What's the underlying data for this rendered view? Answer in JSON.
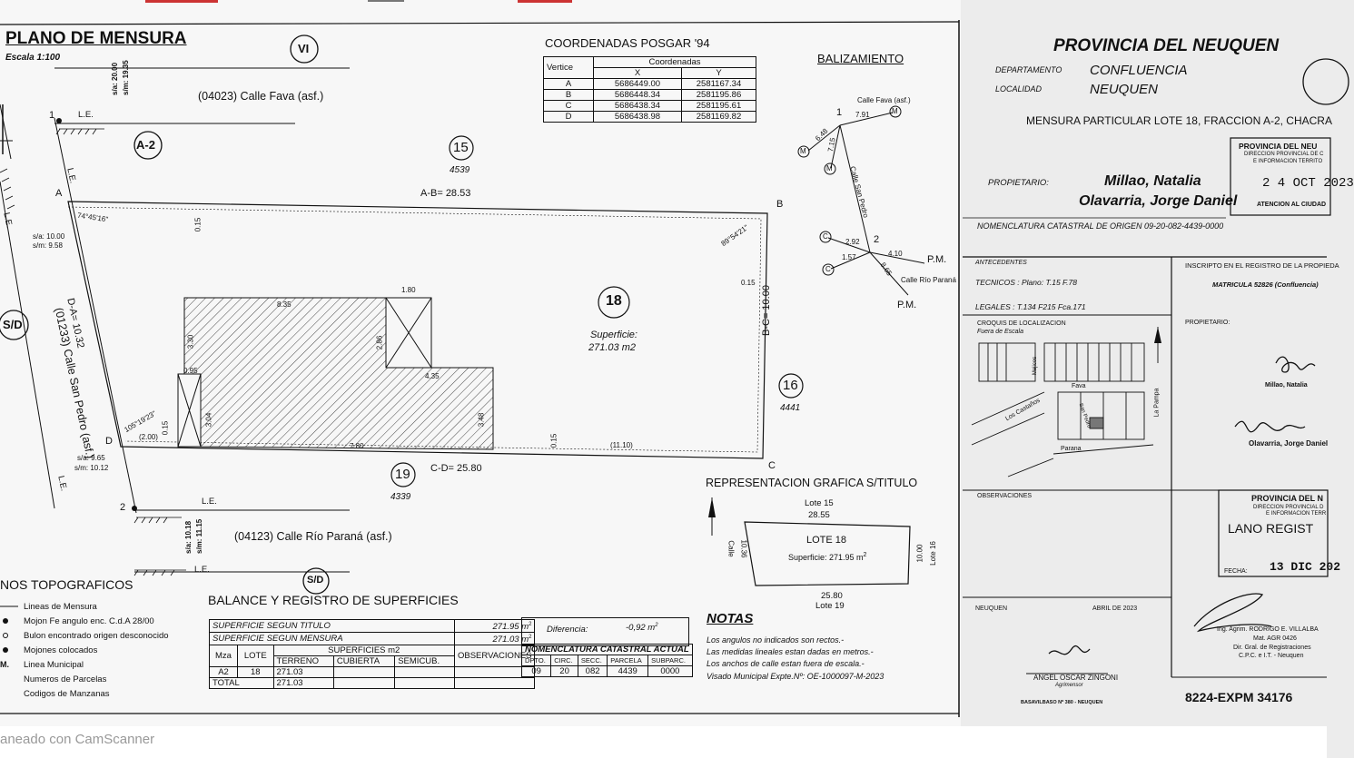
{
  "plan": {
    "title": "PLANO DE MENSURA",
    "scale": "Escala 1:100",
    "block_vi": "VI",
    "block_a2": "A-2",
    "block_sd": "S/D",
    "street_fava": "(04023) Calle Fava (asf.)",
    "street_san_pedro": "(01233) Calle San Pedro (asf.)",
    "street_rio_parana": "(04123) Calle Río Paraná (asf.)",
    "da_label": "D-A= 10.32",
    "ab_label": "A-B= 28.53",
    "bc_label": "B-C= 10.00",
    "cd_label": "C-D= 25.80",
    "angle_a": "74°45'16\"",
    "angle_b": "89°54'21\"",
    "angle_d": "105°19'23\"",
    "lot_number": "18",
    "surface_label": "Superficie:",
    "surface_value": "271.03 m2",
    "n15": "15",
    "n15_sub": "4539",
    "n16": "16",
    "n16_sub": "4441",
    "n19": "19",
    "n19_sub": "4339",
    "le": "L.E.",
    "sa_fava_1": "s/a: 20.00",
    "sa_fava_2": "s/m: 19.35",
    "sa_sp_1": "s/a: 10.00",
    "sa_sp_2": "s/m: 9.58",
    "sa_d_1": "s/a: 9.65",
    "sa_d_2": "s/m: 10.12",
    "sa_rp_1": "s/a: 10.18",
    "sa_rp_2": "s/m: 11.15",
    "dim_835": "8.35",
    "dim_180": "1.80",
    "dim_286": "2.86",
    "dim_435": "4.35",
    "dim_330": "3.30",
    "dim_095": "0.95",
    "dim_304": "3.04",
    "dim_780": "7.80",
    "dim_348": "3.48",
    "dim_1110": "(11.10)",
    "dim_200": "(2.00)",
    "dim_015a": "0.15",
    "dim_015b": "0.15",
    "dim_015c": "0.15",
    "dim_015d": "0.15",
    "v1": "1",
    "v2": "2",
    "vA": "A",
    "vB": "B",
    "vC": "C",
    "vD": "D"
  },
  "coords": {
    "title": "COORDENADAS POSGAR '94",
    "h_vertice": "Vertice",
    "h_coords": "Coordenadas",
    "h_x": "X",
    "h_y": "Y",
    "rows": [
      {
        "v": "A",
        "x": "5686449.00",
        "y": "2581167.34"
      },
      {
        "v": "B",
        "x": "5686448.34",
        "y": "2581195.86"
      },
      {
        "v": "C",
        "x": "5686438.34",
        "y": "2581195.61"
      },
      {
        "v": "D",
        "x": "5686438.98",
        "y": "2581169.82"
      }
    ]
  },
  "baliz": {
    "title": "BALIZAMIENTO",
    "fava": "Calle Fava (asf.)",
    "sanpedro": "Calle San Pedro",
    "rioparana": "Calle Río Paraná",
    "p1": "1",
    "p2": "2",
    "d791": "7.91",
    "d648": "6.48",
    "d715": "7.15",
    "d292": "2.92",
    "d157": "1.57",
    "d410": "4.10",
    "d865": "8.65",
    "pm1": "P.M.",
    "pm2": "P.M.",
    "m": "M",
    "c": "C"
  },
  "graf": {
    "title": "REPRESENTACION GRAFICA S/TITULO",
    "lote15": "Lote 15",
    "top": "28.55",
    "lote": "LOTE 18",
    "sup": "Superficie: 271.95 m",
    "sup_exp": "2",
    "left": "10.36",
    "leftlbl": "Calle",
    "right": "10.00",
    "rightlbl": "Lote 16",
    "bottom": "25.80",
    "lote19": "Lote 19"
  },
  "notes": {
    "title": "NOTAS",
    "lines": [
      "Los angulos no indicados son rectos.-",
      "Las medidas lineales estan dadas en metros.-",
      "Los anchos de calle  estan fuera de escala.-",
      "Visado Municipal  Expte.Nº: OE-1000097-M-2023"
    ]
  },
  "legend": {
    "title": "NOS TOPOGRAFICOS",
    "items": [
      "Lineas de Mensura",
      "Mojon Fe angulo enc. C.d.A 28/00",
      "Bulon encontrado origen desconocido",
      "Mojones colocados",
      "Linea Municipal",
      "Numeros de Parcelas",
      "Codigos de Manzanas"
    ],
    "m_label": "M."
  },
  "balance": {
    "title": "BALANCE Y REGISTRO DE SUPERFICIES",
    "titulo_lbl": "SUPERFICIE SEGUN TITULO",
    "titulo_val": "271.95 m",
    "mensura_lbl": "SUPERFICIE SEGUN MENSURA",
    "mensura_val": "271.03 m",
    "dif_lbl": "Diferencia:",
    "dif_val": "-0,92 m",
    "h_mza": "Mza",
    "h_lote": "LOTE",
    "h_sup": "SUPERFICIES m2",
    "h_terreno": "TERRENO",
    "h_cubierta": "CUBIERTA",
    "h_semicub": "SEMICUB.",
    "h_obs": "OBSERVACIONES",
    "mza": "A2",
    "lote": "18",
    "terreno": "271.03",
    "total_lbl": "TOTAL",
    "total": "271.03",
    "nom_title": "NOMENCLATURA CATASTRAL ACTUAL",
    "nom_h": [
      "DPTO.",
      "CIRC.",
      "SECC.",
      "PARCELA",
      "SUBPARC."
    ],
    "nom_v": [
      "09",
      "20",
      "082",
      "4439",
      "0000"
    ]
  },
  "right": {
    "prov": "PROVINCIA DEL NEUQUEN",
    "dep_lbl": "DEPARTAMENTO",
    "dep": "CONFLUENCIA",
    "loc_lbl": "LOCALIDAD",
    "loc": "NEUQUEN",
    "mensura": "MENSURA PARTICULAR LOTE 18, FRACCION A-2, CHACRA",
    "prop_lbl": "PROPIETARIO:",
    "owner1": "Millao, Natalia",
    "owner2": "Olavarria, Jorge Daniel",
    "stamp1_a": "PROVINCIA DEL NEU",
    "stamp1_b": "DIRECCION PROVINCIAL DE C",
    "stamp1_c": "E INFORMACION TERRITO",
    "stamp1_date": "2 4 OCT 2023",
    "stamp1_d": "ATENCION AL CIUDAD",
    "nom_origen": "NOMENCLATURA CATASTRAL DE ORIGEN 09-20-082-4439-0000",
    "ant_lbl": "ANTECEDENTES",
    "tecnicos": "TECNICOS : Plano: T.15 F.78",
    "legales": "LEGALES : T.134 F215 Fca.171",
    "inscripto": "INSCRIPTO EN EL REGISTRO DE LA PROPIEDA",
    "matricula": "MATRICULA 52826 (Confluencia)",
    "croquis": "CROQUIS DE LOCALIZACION",
    "fuera": "Fuera de Escala",
    "c_fava": "Fava",
    "c_castanos": "Los Castaños",
    "c_parana": "Parana",
    "c_pampa": "La Pampa",
    "c_mejicos": "Mejicos",
    "c_sanpedro": "San Pedro",
    "prop2_lbl": "PROPIETARIO:",
    "sig1": "Millao, Natalia",
    "sig2": "Olavarria, Jorge Daniel",
    "obs_lbl": "OBSERVACIONES",
    "stamp2_a": "PROVINCIA DEL N",
    "stamp2_b": "DIRECCION PROVINCIAL D",
    "stamp2_c": "E INFORMACION TERR",
    "stamp2_d": "LANO REGIST",
    "fecha_lbl": "FECHA:",
    "fecha": "13 DIC 202",
    "neuquen": "NEUQUEN",
    "abril": "ABRIL DE 2023",
    "agrim_name": "ANGEL OSCAR ZINGONI",
    "agrim_sub": "Agrimensor",
    "agrim_mat": "BASAVILBASO Nº 380 - NEUQUEN",
    "villalba1": "Ing. Agrim. RODRIGO E. VILLALBA",
    "villalba2": "Mat. AGR 0426",
    "villalba3": "Dir. Gral. de Registraciones",
    "villalba4": "C.P.C. e I.T. - Neuquen",
    "expte": "8224-EXPM 34176"
  },
  "footer": "aneado con CamScanner"
}
